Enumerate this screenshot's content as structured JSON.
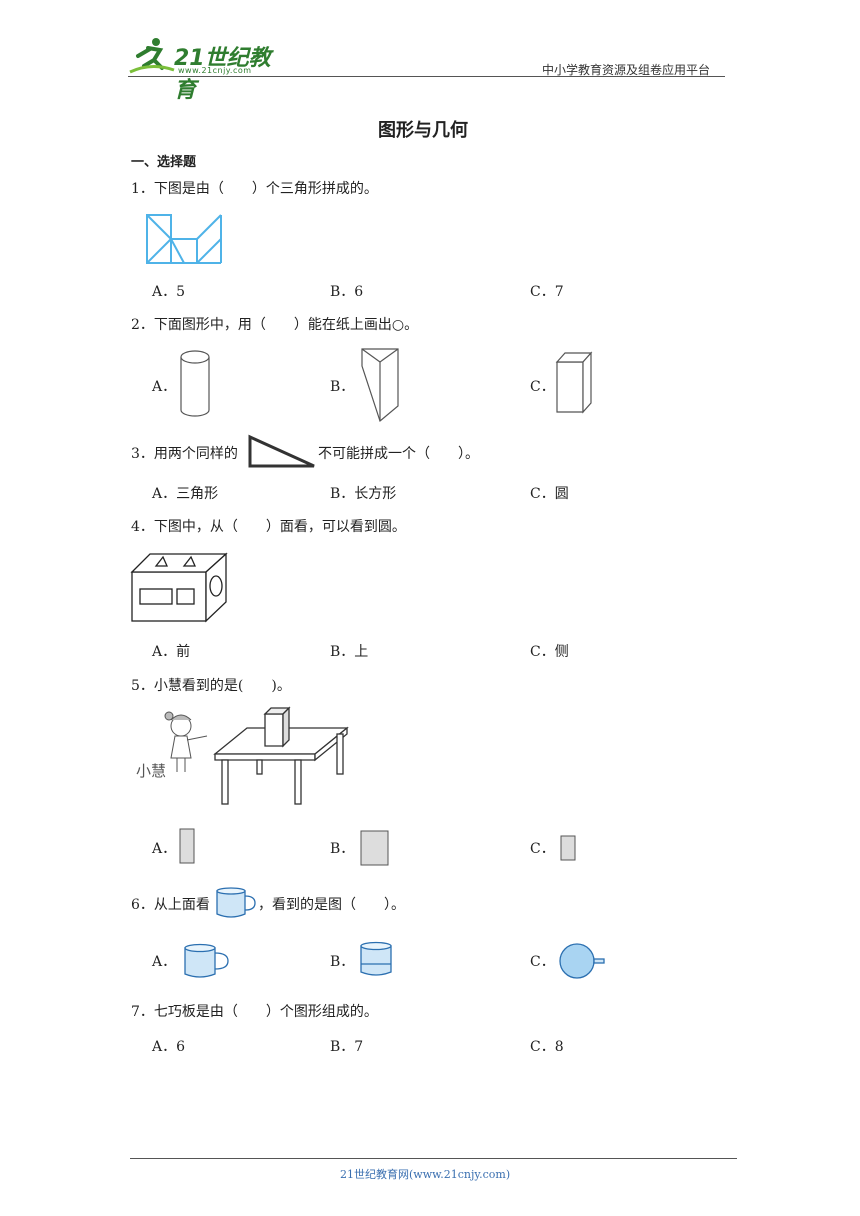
{
  "header": {
    "logo_text": "21世纪教育",
    "logo_sub": "www.21cnjy.com",
    "platform": "中小学教育资源及组卷应用平台"
  },
  "title": "图形与几何",
  "section": "一、选择题",
  "questions": [
    {
      "text": "1．下图是由（　　）个三角形拼成的。",
      "options": [
        "A．5",
        "B．6",
        "C．7"
      ]
    },
    {
      "text": "2．下面图形中，用（　　）能在纸上画出○。",
      "options": [
        "A．",
        "B．",
        "C．"
      ]
    },
    {
      "text_pre": "3．用两个同样的",
      "text_post": "不可能拼成一个（　　）。",
      "options": [
        "A．三角形",
        "B．长方形",
        "C．圆"
      ]
    },
    {
      "text": "4．下图中，从（　　）面看，可以看到圆。",
      "options": [
        "A．前",
        "B．上",
        "C．侧"
      ]
    },
    {
      "text": "5．小慧看到的是(　　)。",
      "figure_label": "小慧",
      "options": [
        "A．",
        "B．",
        "C．"
      ]
    },
    {
      "text_pre": "6．从上面看",
      "text_post": "，看到的是图（　　）。",
      "options": [
        "A．",
        "B．",
        "C．"
      ]
    },
    {
      "text": "7．七巧板是由（　　）个图形组成的。",
      "options": [
        "A．6",
        "B．7",
        "C．8"
      ]
    }
  ],
  "footer": "21世纪教育网(www.21cnjy.com)"
}
